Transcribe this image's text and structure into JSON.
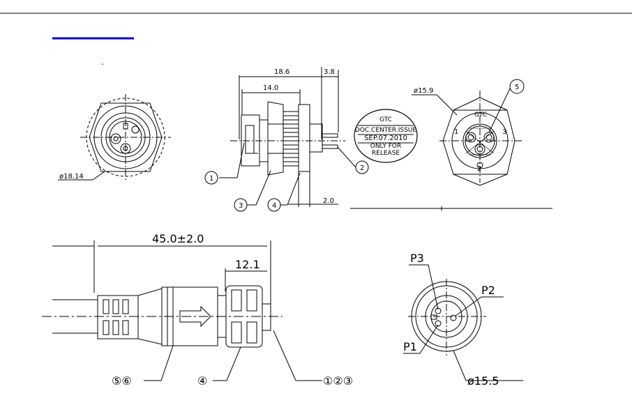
{
  "colors": {
    "ink": "#000000",
    "title_link": "#0000cc",
    "background": "#ffffff"
  },
  "top_drawing": {
    "front_view": {
      "diameter_label": "ø18.14"
    },
    "side_view": {
      "dim_overall": "18.6",
      "dim_pin": "3.8",
      "dim_body": "14.0",
      "dim_flange": "2.0",
      "balloons": [
        "1",
        "2",
        "3",
        "4"
      ]
    },
    "stamp": {
      "line1": "GTC",
      "line2": "DOC.CENTER.ISSUE",
      "line3": "SEP.07.2010",
      "line4": "ONLY FOR",
      "line5": "RELEASE"
    },
    "pin_face_view": {
      "diameter_label": "ø15.9",
      "balloon": "5",
      "face_label": "GTC",
      "pin_left": "1",
      "pin_right": "3",
      "pin_bottom": "2"
    }
  },
  "bottom_drawing": {
    "dim_total": "45.0±2.0",
    "dim_nut": "12.1",
    "callout_cable": "⑤⑥",
    "callout_nut": "④",
    "callout_pins": "①②③",
    "pin_view": {
      "p1": "P1",
      "p2": "P2",
      "p3": "P3",
      "diameter_label": "ø15.5"
    }
  }
}
